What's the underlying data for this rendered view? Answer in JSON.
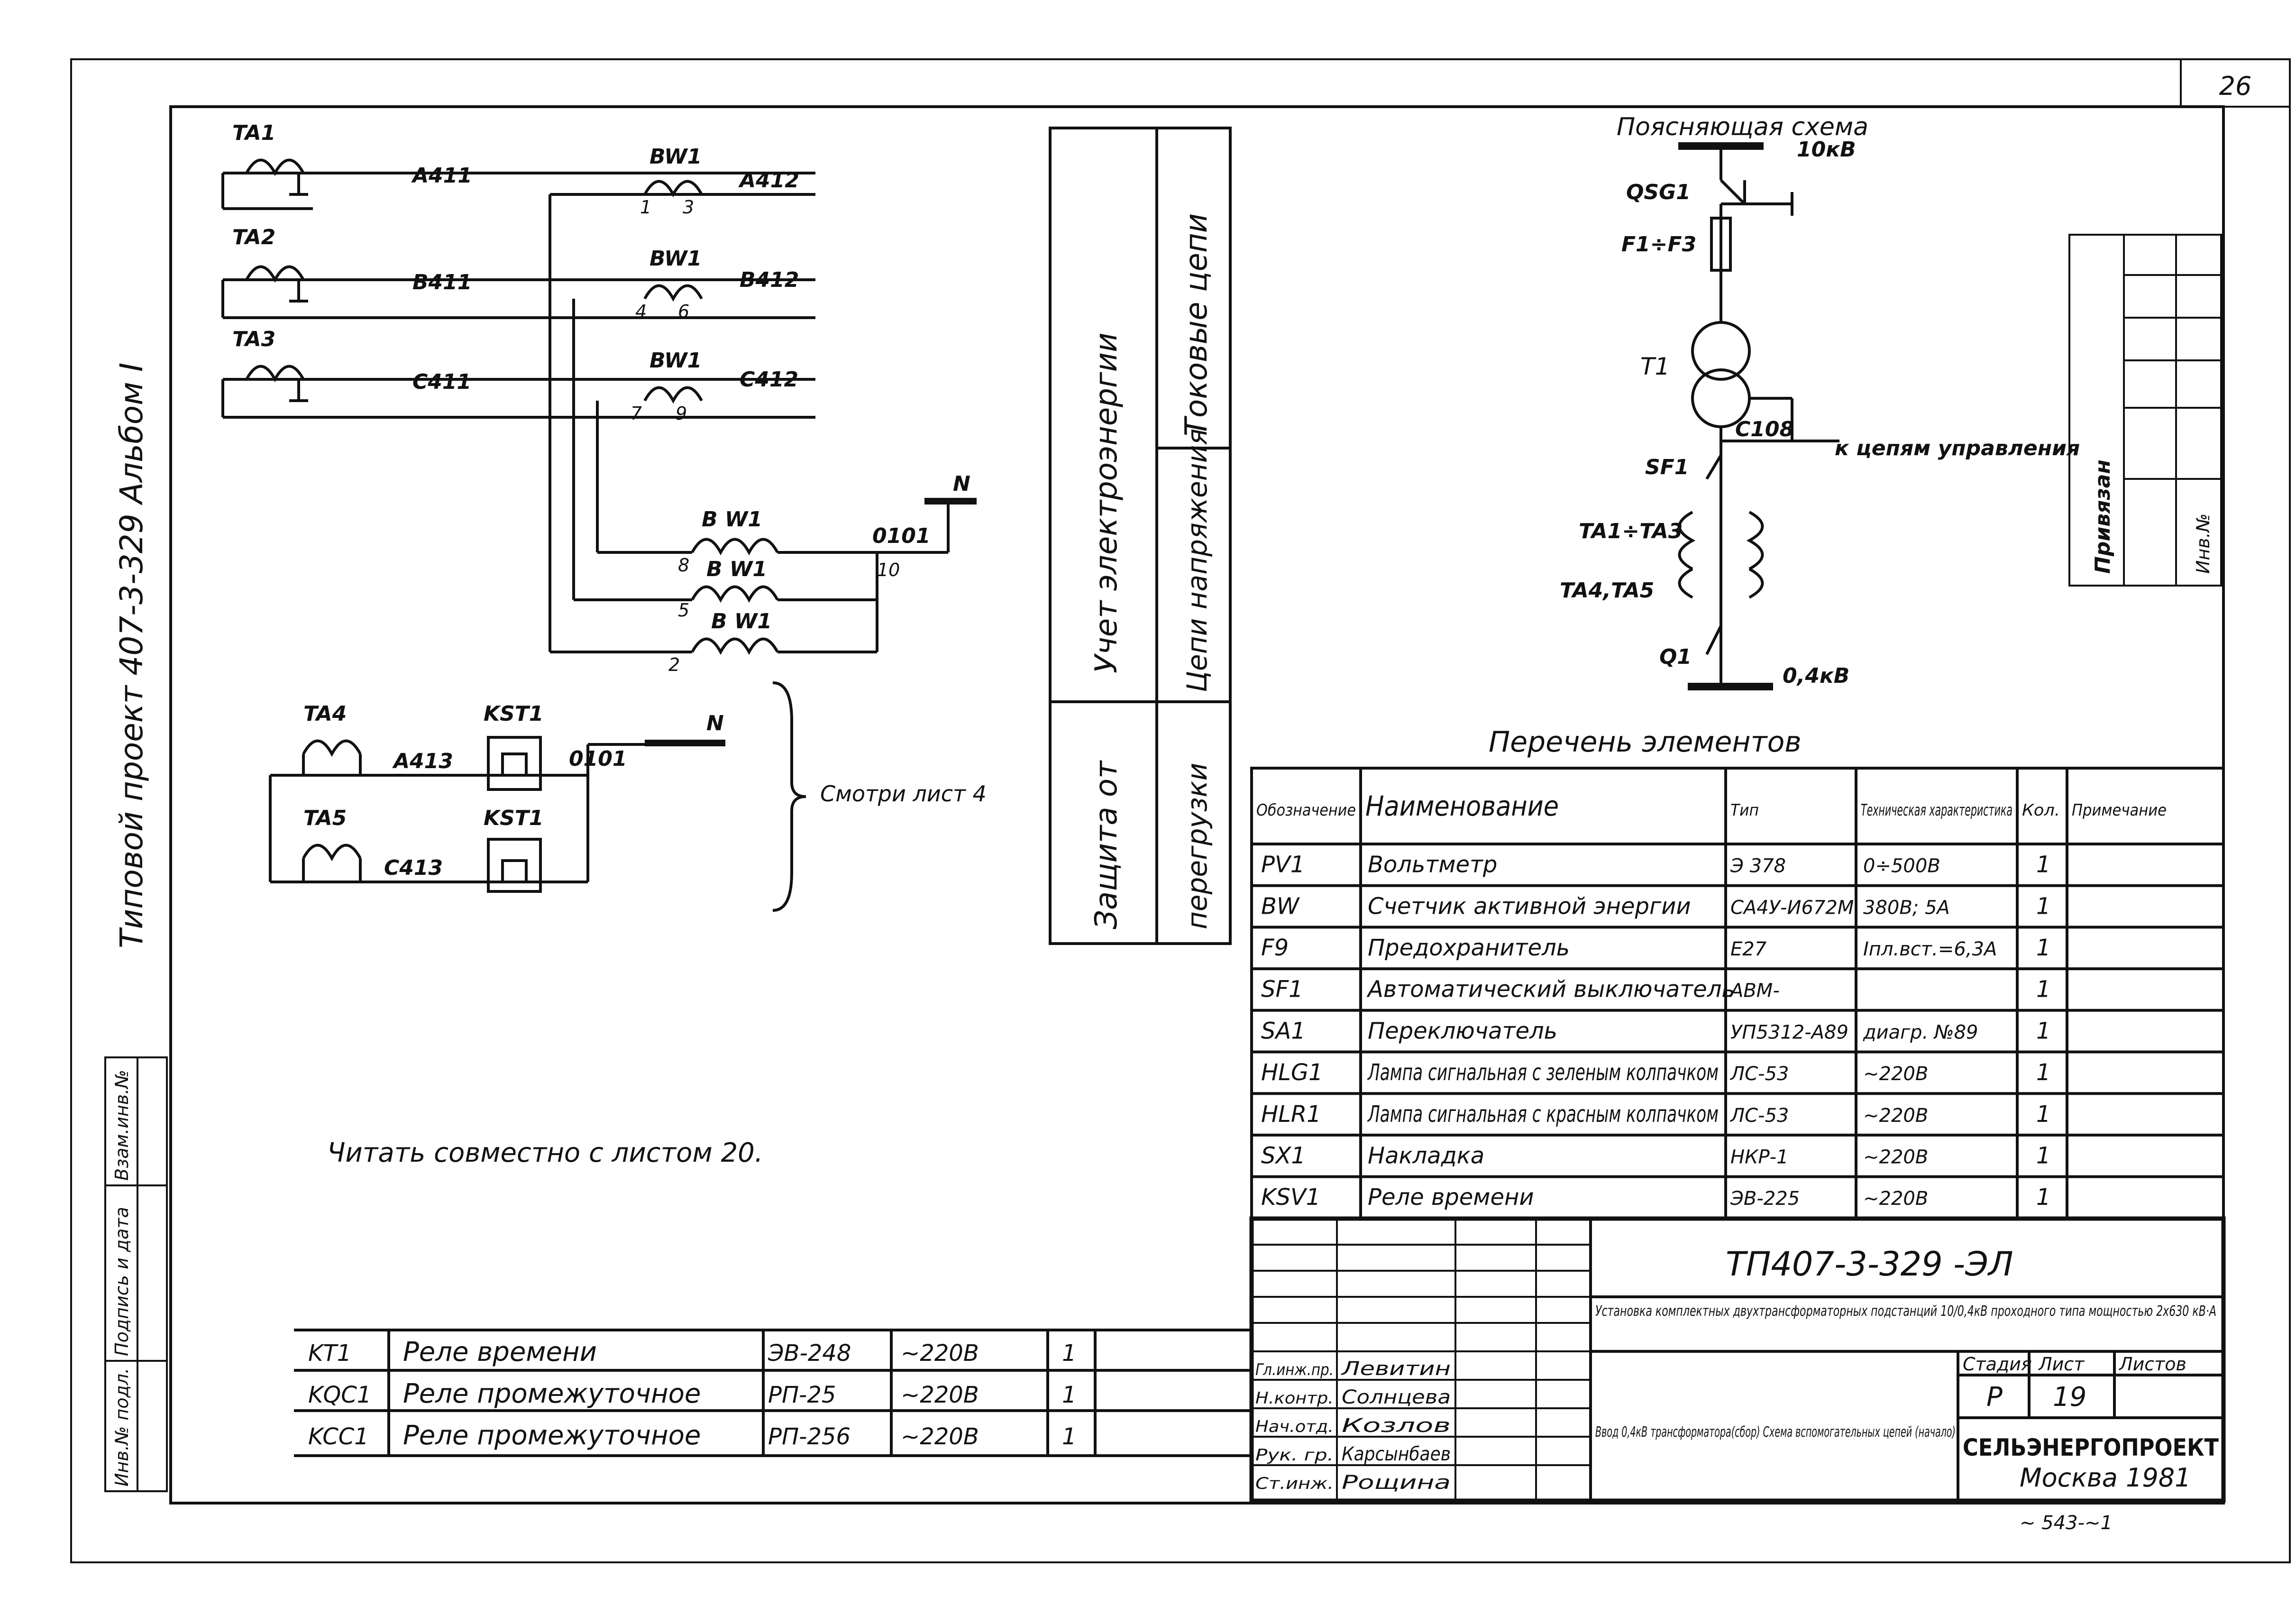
{
  "sheet_number": "26",
  "album_label": "Типовой проект 407-3-329 Альбом I",
  "left_stamp": {
    "cells": [
      "Инв.№ подл.",
      "Подпись и дата",
      "Взам.инв.№"
    ]
  },
  "circuit_labels": {
    "ta1": "TA1",
    "ta2": "TA2",
    "ta3": "TA3",
    "a411": "A411",
    "b411": "B411",
    "c411": "C411",
    "a412": "A412",
    "b412": "B412",
    "c412": "C412",
    "bw1": "BW1",
    "bw1_spaced": "B W1",
    "pin1": "1",
    "pin3": "3",
    "pin4": "4",
    "pin6": "6",
    "pin7": "7",
    "pin9": "9",
    "pin8": "8",
    "pin5": "5",
    "pin2": "2",
    "pin10": "10",
    "o101": "0101",
    "n": "N",
    "ta4": "TA4",
    "ta5": "TA5",
    "kst1": "KST1",
    "a413": "A413",
    "c413": "C413"
  },
  "see_sheet_note": "Смотри лист 4",
  "read_together_note": "Читать совместно с листом 20.",
  "function_table": {
    "col1_top": "Учет электроэнергии",
    "col2_top": "Токовые цепи",
    "col2_mid": "Цепи напряжения",
    "col1_bottom": "Защита от",
    "col2_bottom": "перегрузки"
  },
  "explanatory_scheme": {
    "title": "Поясняющая схема",
    "voltage_hv": "10кВ",
    "qsg1": "QSG1",
    "fuses": "F1÷F3",
    "transformer": "T1",
    "c108": "C108",
    "to_control": "к цепям управления",
    "sf1": "SF1",
    "ta1_ta3": "TA1÷TA3",
    "ta4_ta5": "TA4,TA5",
    "q1": "Q1",
    "voltage_lv": "0,4кВ"
  },
  "privyazan": {
    "label": "Привязан",
    "inv": "Инв.№"
  },
  "elements_list": {
    "title": "Перечень элементов",
    "headers": [
      "Обозначение",
      "Наименование",
      "Тип",
      "Техническая характеристика",
      "Кол.",
      "Примечание"
    ],
    "rows": [
      [
        "PV1",
        "Вольтметр",
        "Э 378",
        "0÷500В",
        "1",
        ""
      ],
      [
        "BW",
        "Счетчик активной энергии",
        "СА4У-И672М",
        "380В; 5А",
        "1",
        ""
      ],
      [
        "F9",
        "Предохранитель",
        "Е27",
        "Iпл.вст.=6,3А",
        "1",
        ""
      ],
      [
        "SF1",
        "Автоматический выключатель",
        "АВМ-",
        "",
        "1",
        ""
      ],
      [
        "SA1",
        "Переключатель",
        "УП5312-А89",
        "диагр. №89",
        "1",
        ""
      ],
      [
        "HLG1",
        "Лампа сигнальная с зеленым колпачком",
        "ЛС-53",
        "~220В",
        "1",
        ""
      ],
      [
        "HLR1",
        "Лампа сигнальная с красным колпачком",
        "ЛС-53",
        "~220В",
        "1",
        ""
      ],
      [
        "SX1",
        "Накладка",
        "НКР-1",
        "~220В",
        "1",
        ""
      ],
      [
        "KSV1",
        "Реле времени",
        "ЭВ-225",
        "~220В",
        "1",
        ""
      ]
    ]
  },
  "extra_list": {
    "rows": [
      [
        "KT1",
        "Реле времени",
        "ЭВ-248",
        "~220В",
        "1"
      ],
      [
        "KQC1",
        "Реле промежуточное",
        "РП-25",
        "~220В",
        "1"
      ],
      [
        "KCC1",
        "Реле промежуточное",
        "РП-256",
        "~220В",
        "1"
      ]
    ]
  },
  "title_block": {
    "doc_code": "ТП407-3-329 -ЭЛ",
    "project_title": "Установка комплектных двухтрансформаторных подстанций 10/0,4кВ проходного типа мощностью 2х630 кВ·А",
    "sheet_title": "Ввод 0,4кВ трансформатора(сбор) Схема вспомогательных цепей (начало)",
    "stage_label": "Стадия",
    "sheet_label": "Лист",
    "sheets_label": "Листов",
    "stage": "Р",
    "sheet": "19",
    "sheets": "",
    "org": "СЕЛЬЭНЕРГОПРОЕКТ",
    "city_year": "Москва 1981",
    "roles": [
      "Гл.инж.пр.",
      "Н.контр.",
      "Нач.отд.",
      "Рук. гр.",
      "Ст.инж."
    ],
    "names": [
      "Левитин",
      "Солнцева",
      "Козлов",
      "Карсынбаев",
      "Рощина"
    ]
  },
  "archive_number": "~ 543-~1"
}
